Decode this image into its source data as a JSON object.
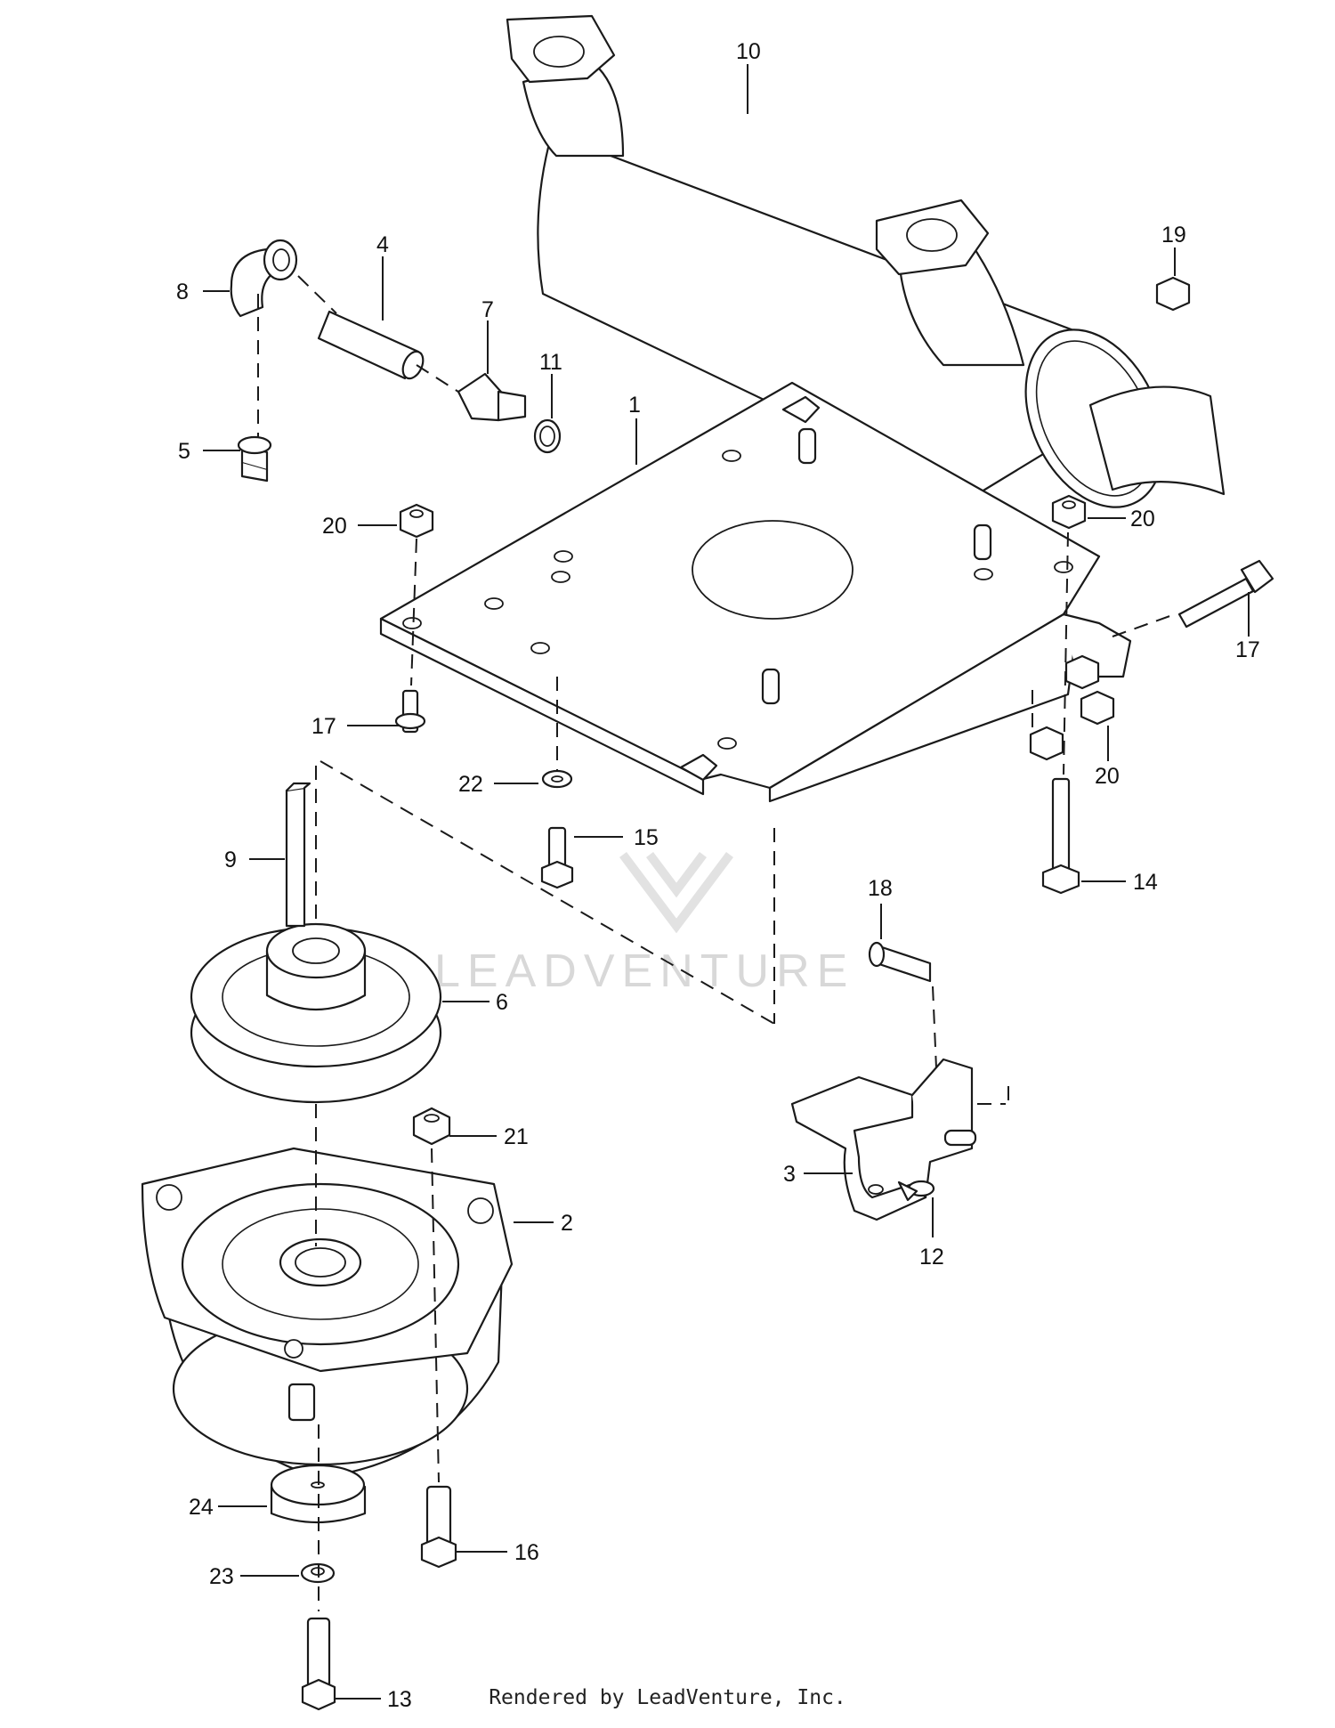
{
  "watermark": {
    "text": "LEADVENTURE"
  },
  "footer": {
    "text": "Rendered by LeadVenture, Inc."
  },
  "callouts": {
    "c1": "1",
    "c2": "2",
    "c3": "3",
    "c4": "4",
    "c5": "5",
    "c6": "6",
    "c7": "7",
    "c8": "8",
    "c9": "9",
    "c10": "10",
    "c11": "11",
    "c12": "12",
    "c13": "13",
    "c14": "14",
    "c15": "15",
    "c16": "16",
    "c17a": "17",
    "c17b": "17",
    "c18": "18",
    "c19": "19",
    "c20a": "20",
    "c20b": "20",
    "c20c": "20",
    "c21": "21",
    "c22": "22",
    "c23": "23",
    "c24": "24"
  }
}
